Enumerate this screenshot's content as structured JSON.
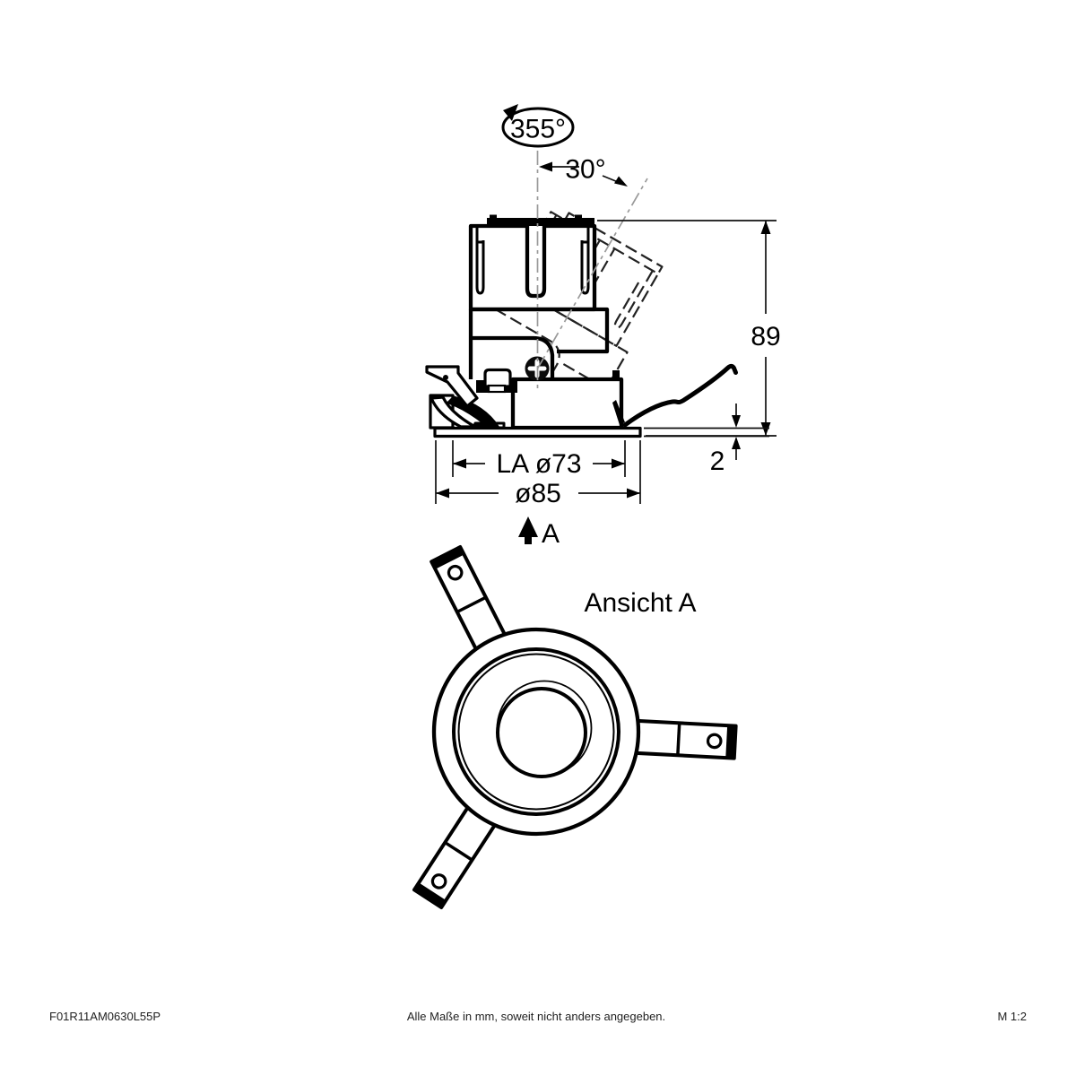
{
  "drawing": {
    "side_view": {
      "rotation_label": "355°",
      "tilt_label": "30°",
      "height_label": "89",
      "rim_label": "2",
      "cutout_label": "LA ø73",
      "outer_label": "ø85",
      "view_arrow_label": "A"
    },
    "top_view": {
      "title": "Ansicht A"
    },
    "footer": {
      "article_number": "F01R11AM0630L55P",
      "note": "Alle Maße in mm, soweit nicht anders angegeben.",
      "scale": "M 1:2"
    },
    "colors": {
      "line": "#000000",
      "centerline": "#999999",
      "background": "#ffffff"
    }
  }
}
